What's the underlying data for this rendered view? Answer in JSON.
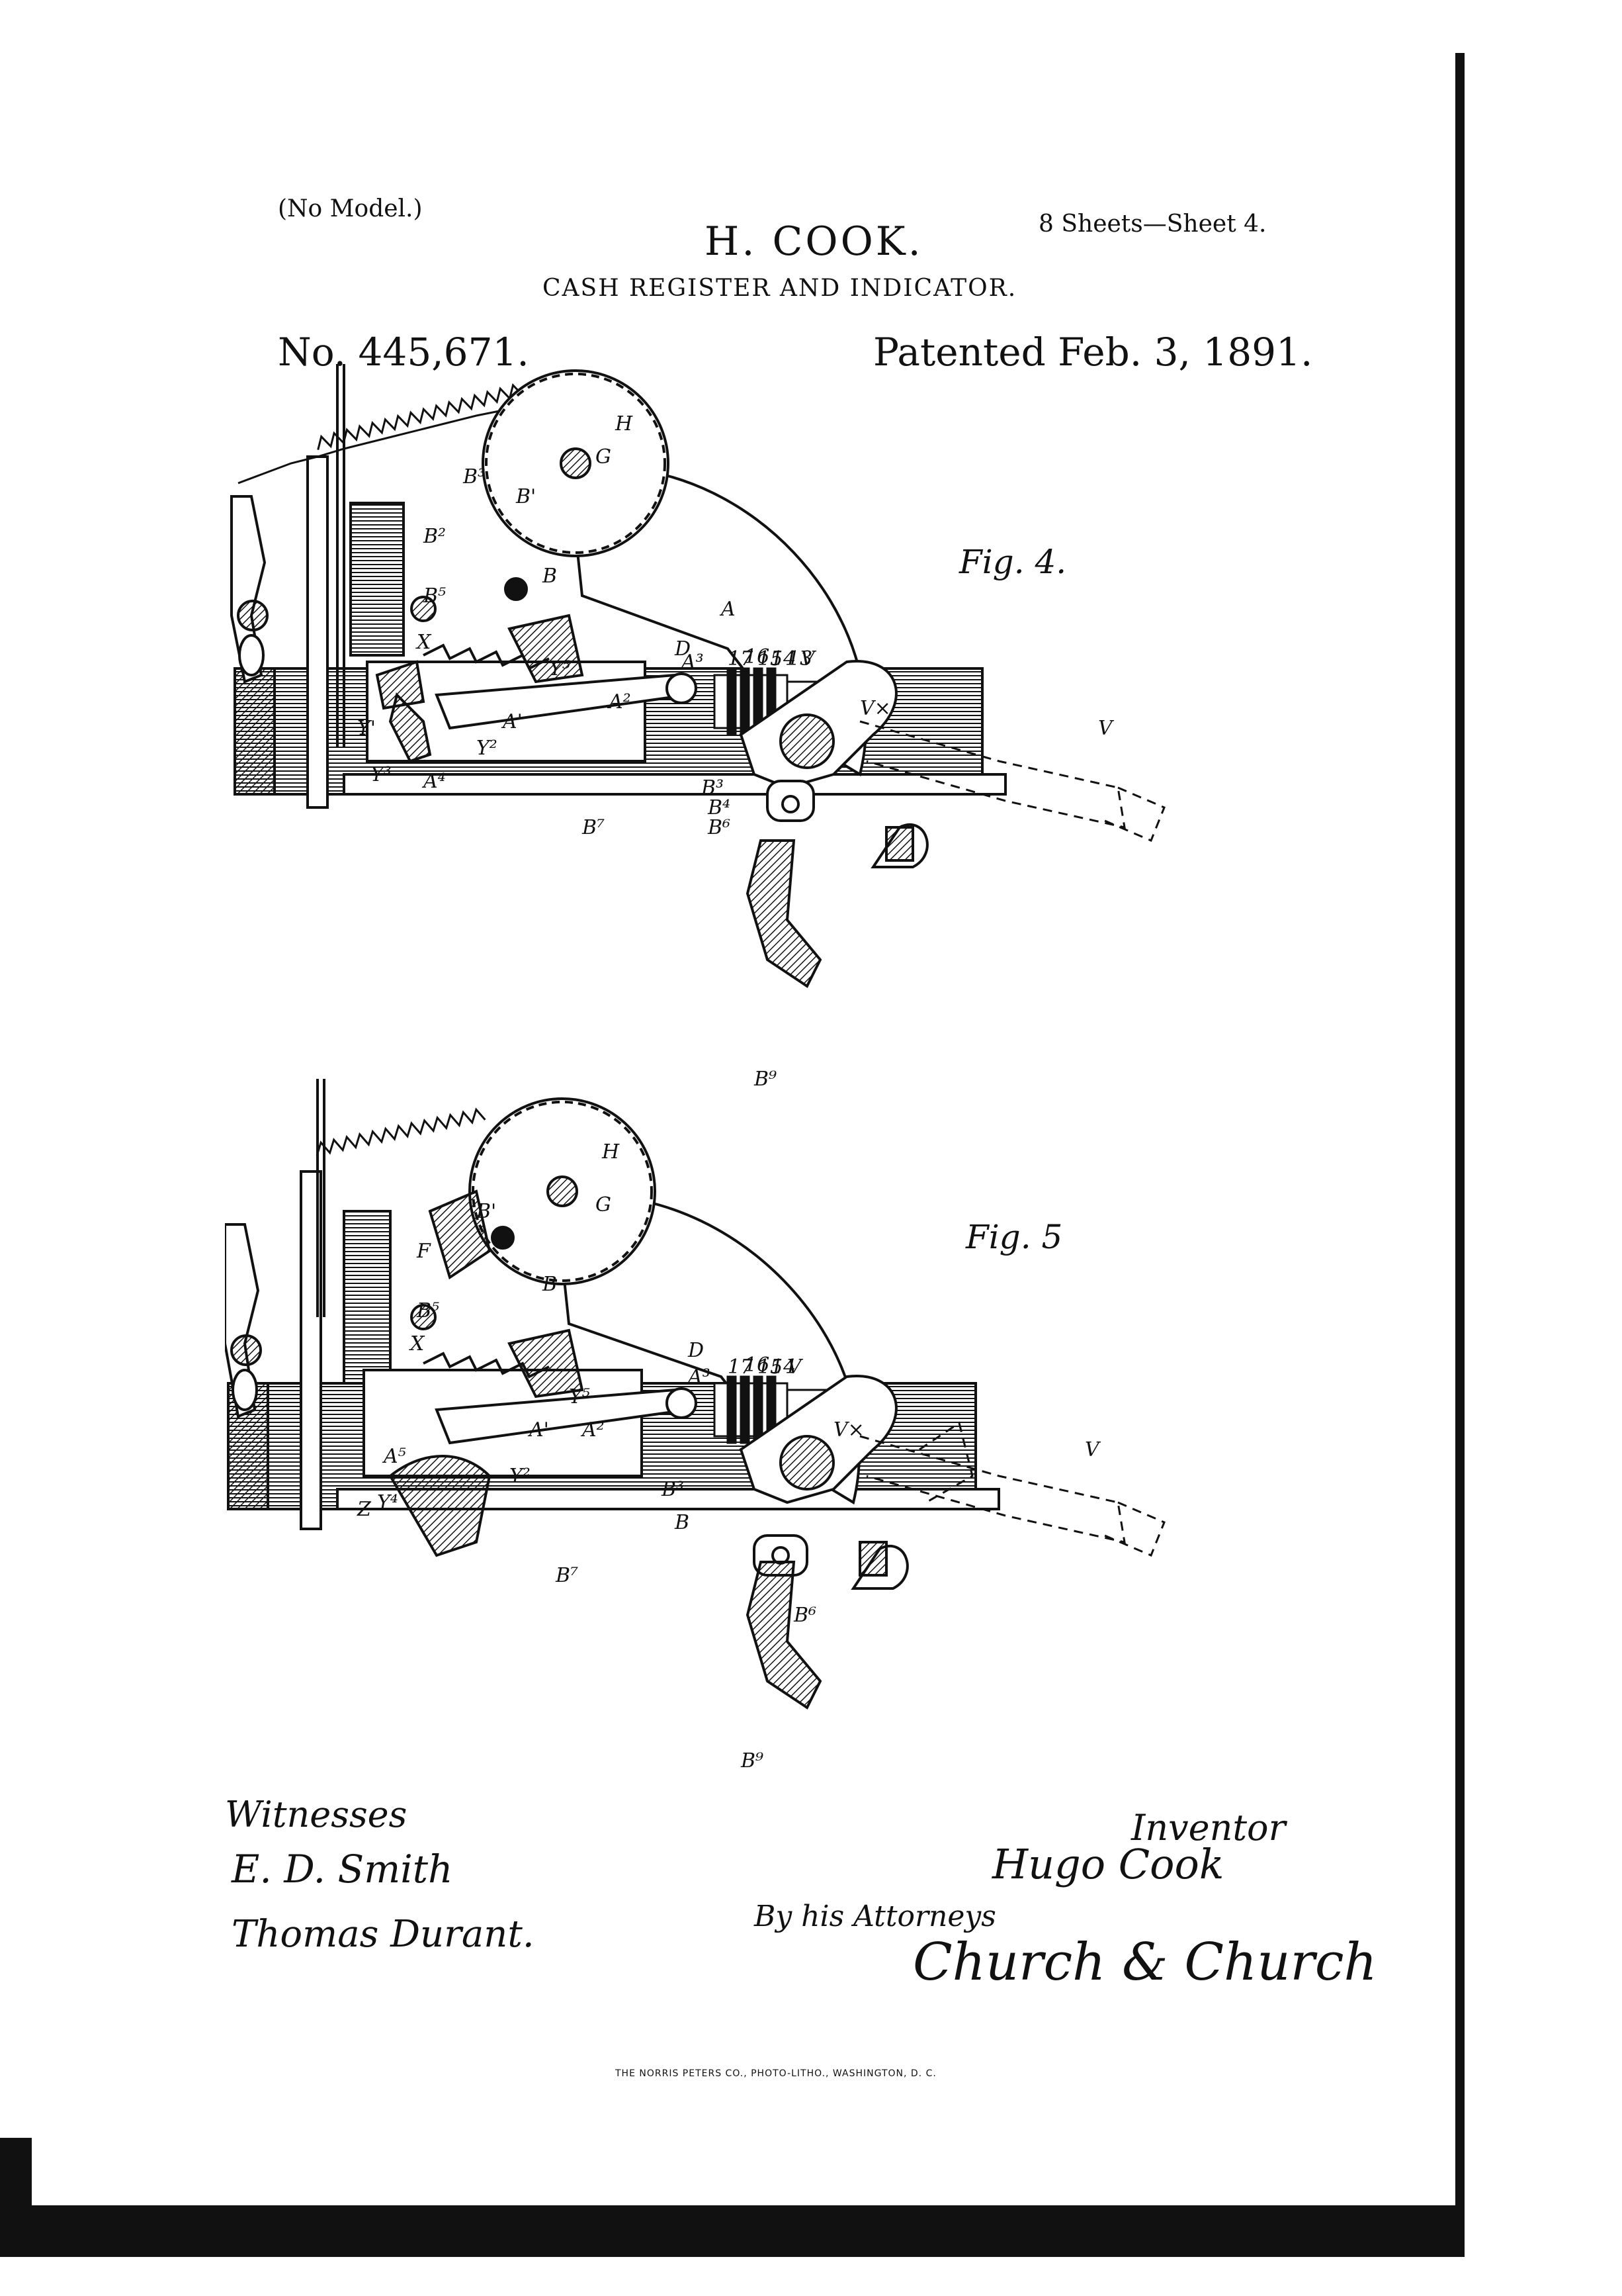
{
  "header": {
    "no_model": "(No Model.)",
    "sheets": "8 Sheets—Sheet 4.",
    "inventor": "H. COOK.",
    "title": "CASH REGISTER AND INDICATOR.",
    "patent_number": "No. 445,671.",
    "patent_date": "Patented Feb. 3, 1891."
  },
  "figures": {
    "fig4_label": "Fig. 4.",
    "fig5_label": "Fig. 5",
    "fig4_letters": [
      "H",
      "G",
      "B³",
      "B'",
      "B²",
      "B",
      "A",
      "D",
      "B⁵",
      "X",
      "Y'",
      "Y⁵",
      "A²",
      "A³",
      "A'",
      "Y²",
      "Y³",
      "A⁴",
      "B³",
      "B⁴",
      "B⁶",
      "B⁷",
      "V×",
      "V",
      "B⁹",
      "17",
      "16",
      "15",
      "14",
      "13",
      "V"
    ],
    "fig5_letters": [
      "H",
      "G",
      "B'",
      "B",
      "F",
      "B⁵",
      "D",
      "X",
      "A⁵",
      "A³",
      "Y⁵",
      "A'",
      "A²",
      "Y²",
      "Y⁴",
      "Z",
      "B³",
      "B",
      "B⁷",
      "B⁶",
      "V×",
      "V",
      "B⁹",
      "17",
      "16",
      "15",
      "14",
      "V"
    ]
  },
  "signatures": {
    "witnesses_label": "Witnesses",
    "witness_1": "E. D. Smith",
    "witness_2": "Thomas Durant.",
    "inventor_label": "Inventor",
    "inventor_signature": "Hugo Cook",
    "by_attorneys": "By his Attorneys",
    "attorney_signature": "Church & Church"
  },
  "footer": {
    "printer": "THE NORRIS PETERS CO., PHOTO-LITHO., WASHINGTON, D. C."
  }
}
